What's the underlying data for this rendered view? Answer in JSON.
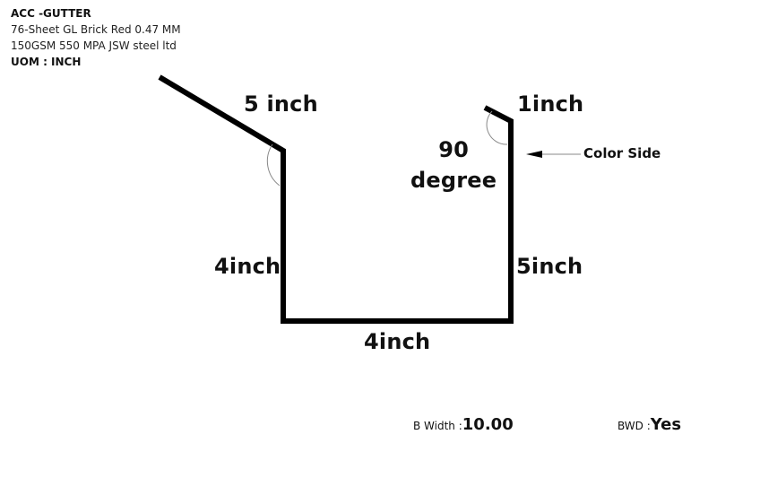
{
  "header": {
    "title": "ACC -GUTTER",
    "line1": "76-Sheet GL Brick Red 0.47 MM",
    "line2": "150GSM 550 MPA JSW steel ltd",
    "uom": "UOM : INCH"
  },
  "dimensions": {
    "slope": "5 inch",
    "lip": "1inch",
    "angle_value": "90",
    "angle_unit": "degree",
    "left_wall": "4inch",
    "right_wall": "5inch",
    "bottom": "4inch"
  },
  "annotation": {
    "color_side": "Color Side"
  },
  "footer": {
    "b_width_label": "B Width :",
    "b_width_value": "10.00",
    "bwd_label": "BWD :",
    "bwd_value": "Yes"
  },
  "colors": {
    "profile_line": "#000000",
    "arc_line": "#888888"
  }
}
